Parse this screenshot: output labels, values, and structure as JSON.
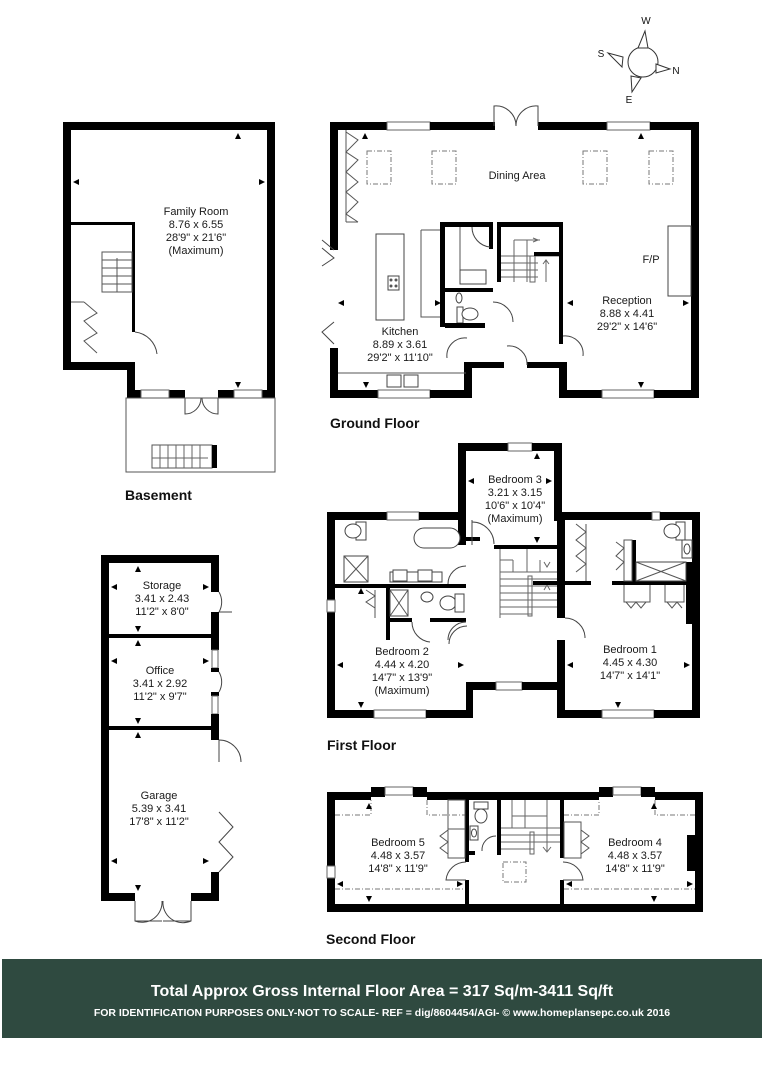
{
  "compass": {
    "north": "N",
    "south": "S",
    "east": "E",
    "west": "W"
  },
  "floors": {
    "basement": {
      "label": "Basement",
      "rooms": [
        {
          "name": "Family Room",
          "metric": "8.76 x 6.55",
          "imperial": "28'9\" x 21'6\"",
          "note": "(Maximum)"
        }
      ]
    },
    "ground": {
      "label": "Ground Floor",
      "rooms": [
        {
          "name": "Dining Area"
        },
        {
          "name": "Kitchen",
          "metric": "8.89 x 3.61",
          "imperial": "29'2\" x 11'10\""
        },
        {
          "name": "Reception",
          "metric": "8.88 x 4.41",
          "imperial": "29'2\" x 14'6\""
        }
      ],
      "fireplace": "F/P"
    },
    "first": {
      "label": "First Floor",
      "rooms": [
        {
          "name": "Bedroom 3",
          "metric": "3.21 x 3.15",
          "imperial": "10'6\" x 10'4\"",
          "note": "(Maximum)"
        },
        {
          "name": "Bedroom 2",
          "metric": "4.44 x 4.20",
          "imperial": "14'7\" x 13'9\"",
          "note": "(Maximum)"
        },
        {
          "name": "Bedroom 1",
          "metric": "4.45 x 4.30",
          "imperial": "14'7\" x 14'1\""
        }
      ]
    },
    "second": {
      "label": "Second Floor",
      "rooms": [
        {
          "name": "Bedroom 5",
          "metric": "4.48 x 3.57",
          "imperial": "14'8\" x 11'9\""
        },
        {
          "name": "Bedroom 4",
          "metric": "4.48 x 3.57",
          "imperial": "14'8\" x 11'9\""
        }
      ]
    },
    "outbuilding": {
      "rooms": [
        {
          "name": "Storage",
          "metric": "3.41 x 2.43",
          "imperial": "11'2\" x 8'0\""
        },
        {
          "name": "Office",
          "metric": "3.41 x 2.92",
          "imperial": "11'2\" x 9'7\""
        },
        {
          "name": "Garage",
          "metric": "5.39 x 3.41",
          "imperial": "17'8\" x 11'2\""
        }
      ]
    }
  },
  "footer": {
    "title": "Total Approx Gross Internal Floor Area = 317 Sq/m-3411 Sq/ft",
    "disclaimer": "FOR IDENTIFICATION PURPOSES ONLY-NOT TO SCALE- REF = dig/8604454/AGI- © www.homeplansepc.co.uk 2016",
    "background": "#2f4a40"
  }
}
